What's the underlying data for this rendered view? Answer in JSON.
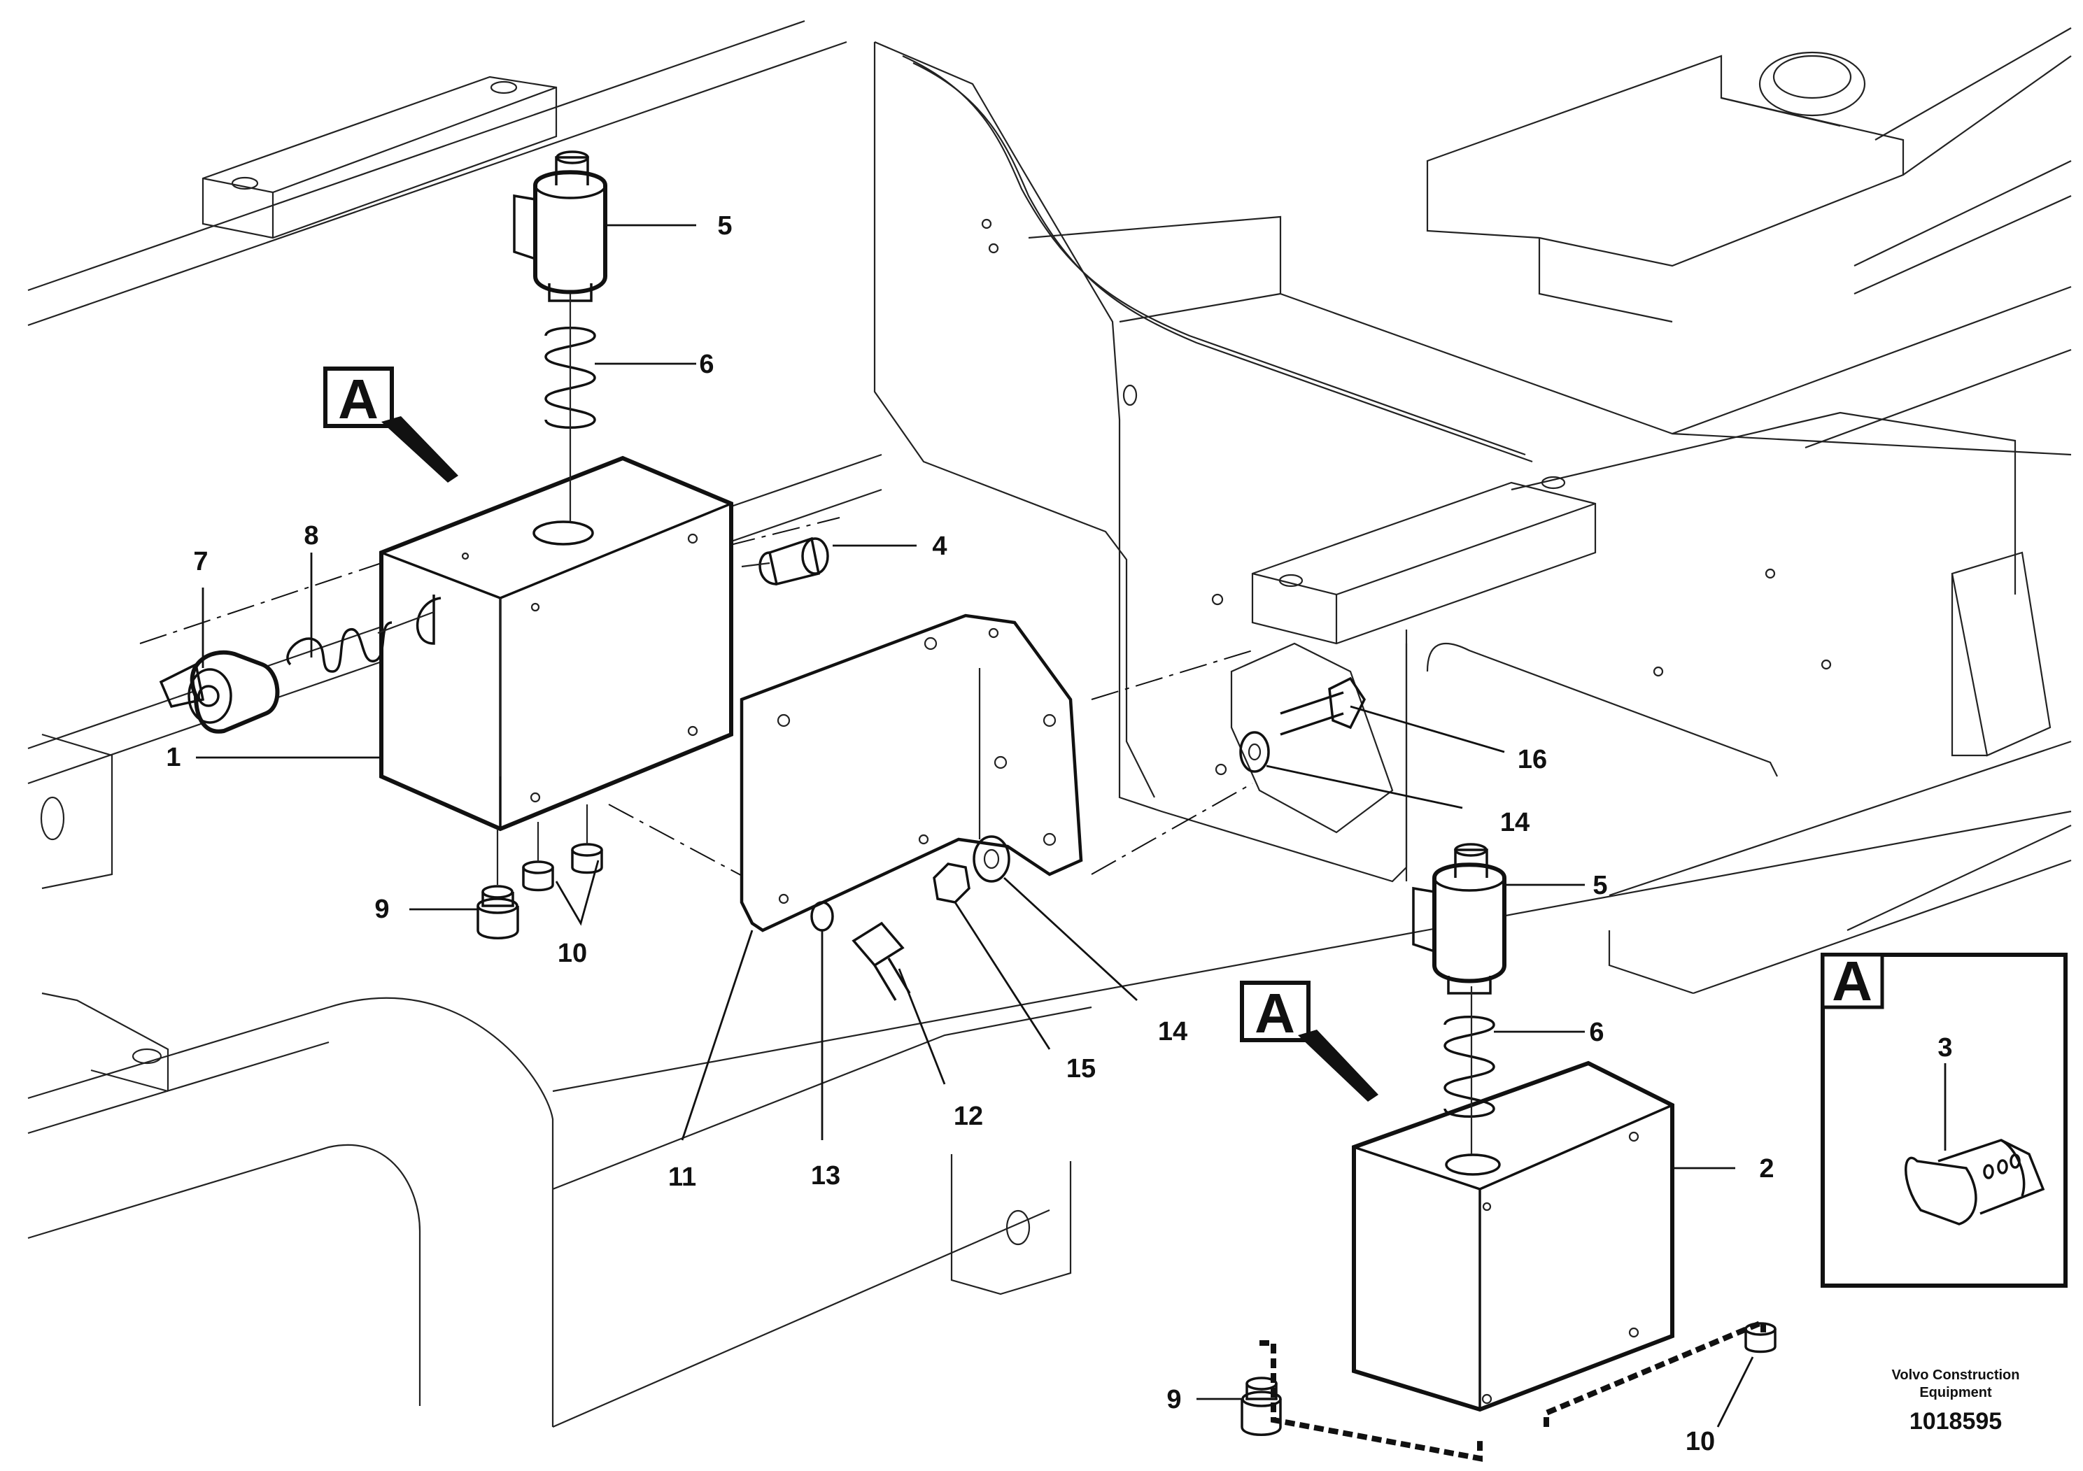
{
  "diagram": {
    "view_labels": {
      "callout_main": "A",
      "callout_second": "A",
      "detail_box": "A"
    },
    "item_numbers": {
      "n1": "1",
      "n2": "2",
      "n3": "3",
      "n4": "4",
      "n5_top": "5",
      "n5_bottom": "5",
      "n6_top": "6",
      "n6_bottom": "6",
      "n7": "7",
      "n8": "8",
      "n9_left": "9",
      "n9_bottom": "9",
      "n10_left": "10",
      "n10_bottom": "10",
      "n11": "11",
      "n12": "12",
      "n13": "13",
      "n14_plate": "14",
      "n14_frame": "14",
      "n15": "15",
      "n16": "16"
    },
    "credit": {
      "line1": "Volvo Construction",
      "line2": "Equipment",
      "drawing_number": "1018595"
    }
  }
}
